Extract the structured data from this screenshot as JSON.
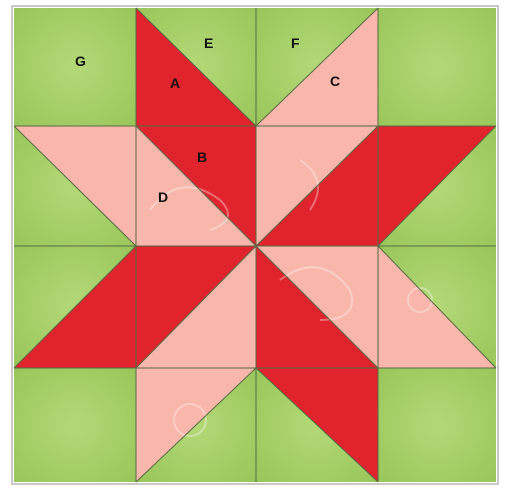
{
  "colors": {
    "green": "#9ecb5e",
    "green_light": "#b3d977",
    "red": "#e0232c",
    "pink": "#f9b6aa",
    "seam": "#556b45",
    "frame": "#c9c9c9"
  },
  "labels": {
    "g": "G",
    "e": "E",
    "f": "F",
    "a": "A",
    "c": "C",
    "b": "B",
    "d": "D"
  }
}
